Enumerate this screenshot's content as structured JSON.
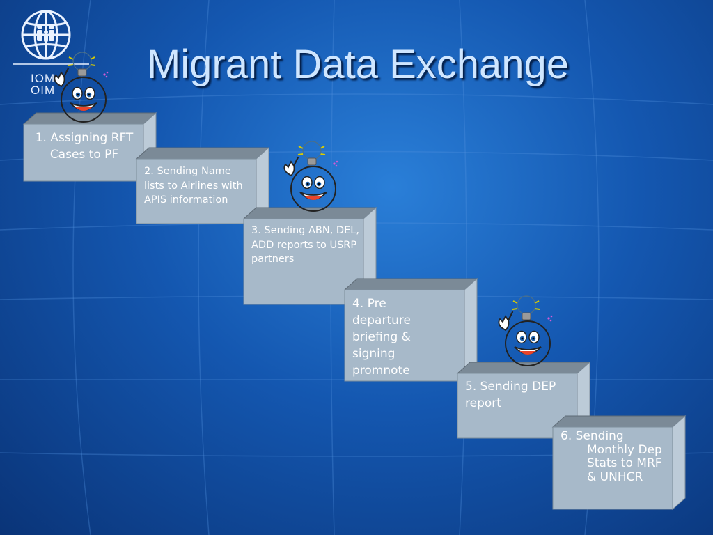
{
  "slide": {
    "title": "Migrant Data Exchange",
    "logo_text": "IOM · OIM"
  },
  "steps": [
    {
      "id": 1,
      "text": "1. Assigning RFT Cases to PF"
    },
    {
      "id": 2,
      "text": "2. Sending Name lists to Airlines with APIS information"
    },
    {
      "id": 3,
      "text": "3. Sending ABN, DEL, ADD reports to USRP partners"
    },
    {
      "id": 4,
      "text": "4. Pre departure briefing & signing promnote"
    },
    {
      "id": 5,
      "text": "5. Sending DEP report"
    },
    {
      "id": 6,
      "text": "6. Sending Monthly Dep Stats to MRF & UNHCR"
    }
  ],
  "icons": {
    "logo": "iom-globe-logo-icon",
    "idea": "smiley-lightbulb-idea-icon"
  },
  "colors": {
    "box_front": "#a7b9c9",
    "box_top": "#7b8a97",
    "box_side": "#bccbd8",
    "title_text": "#cfe6ff",
    "background": "#1457b0"
  }
}
